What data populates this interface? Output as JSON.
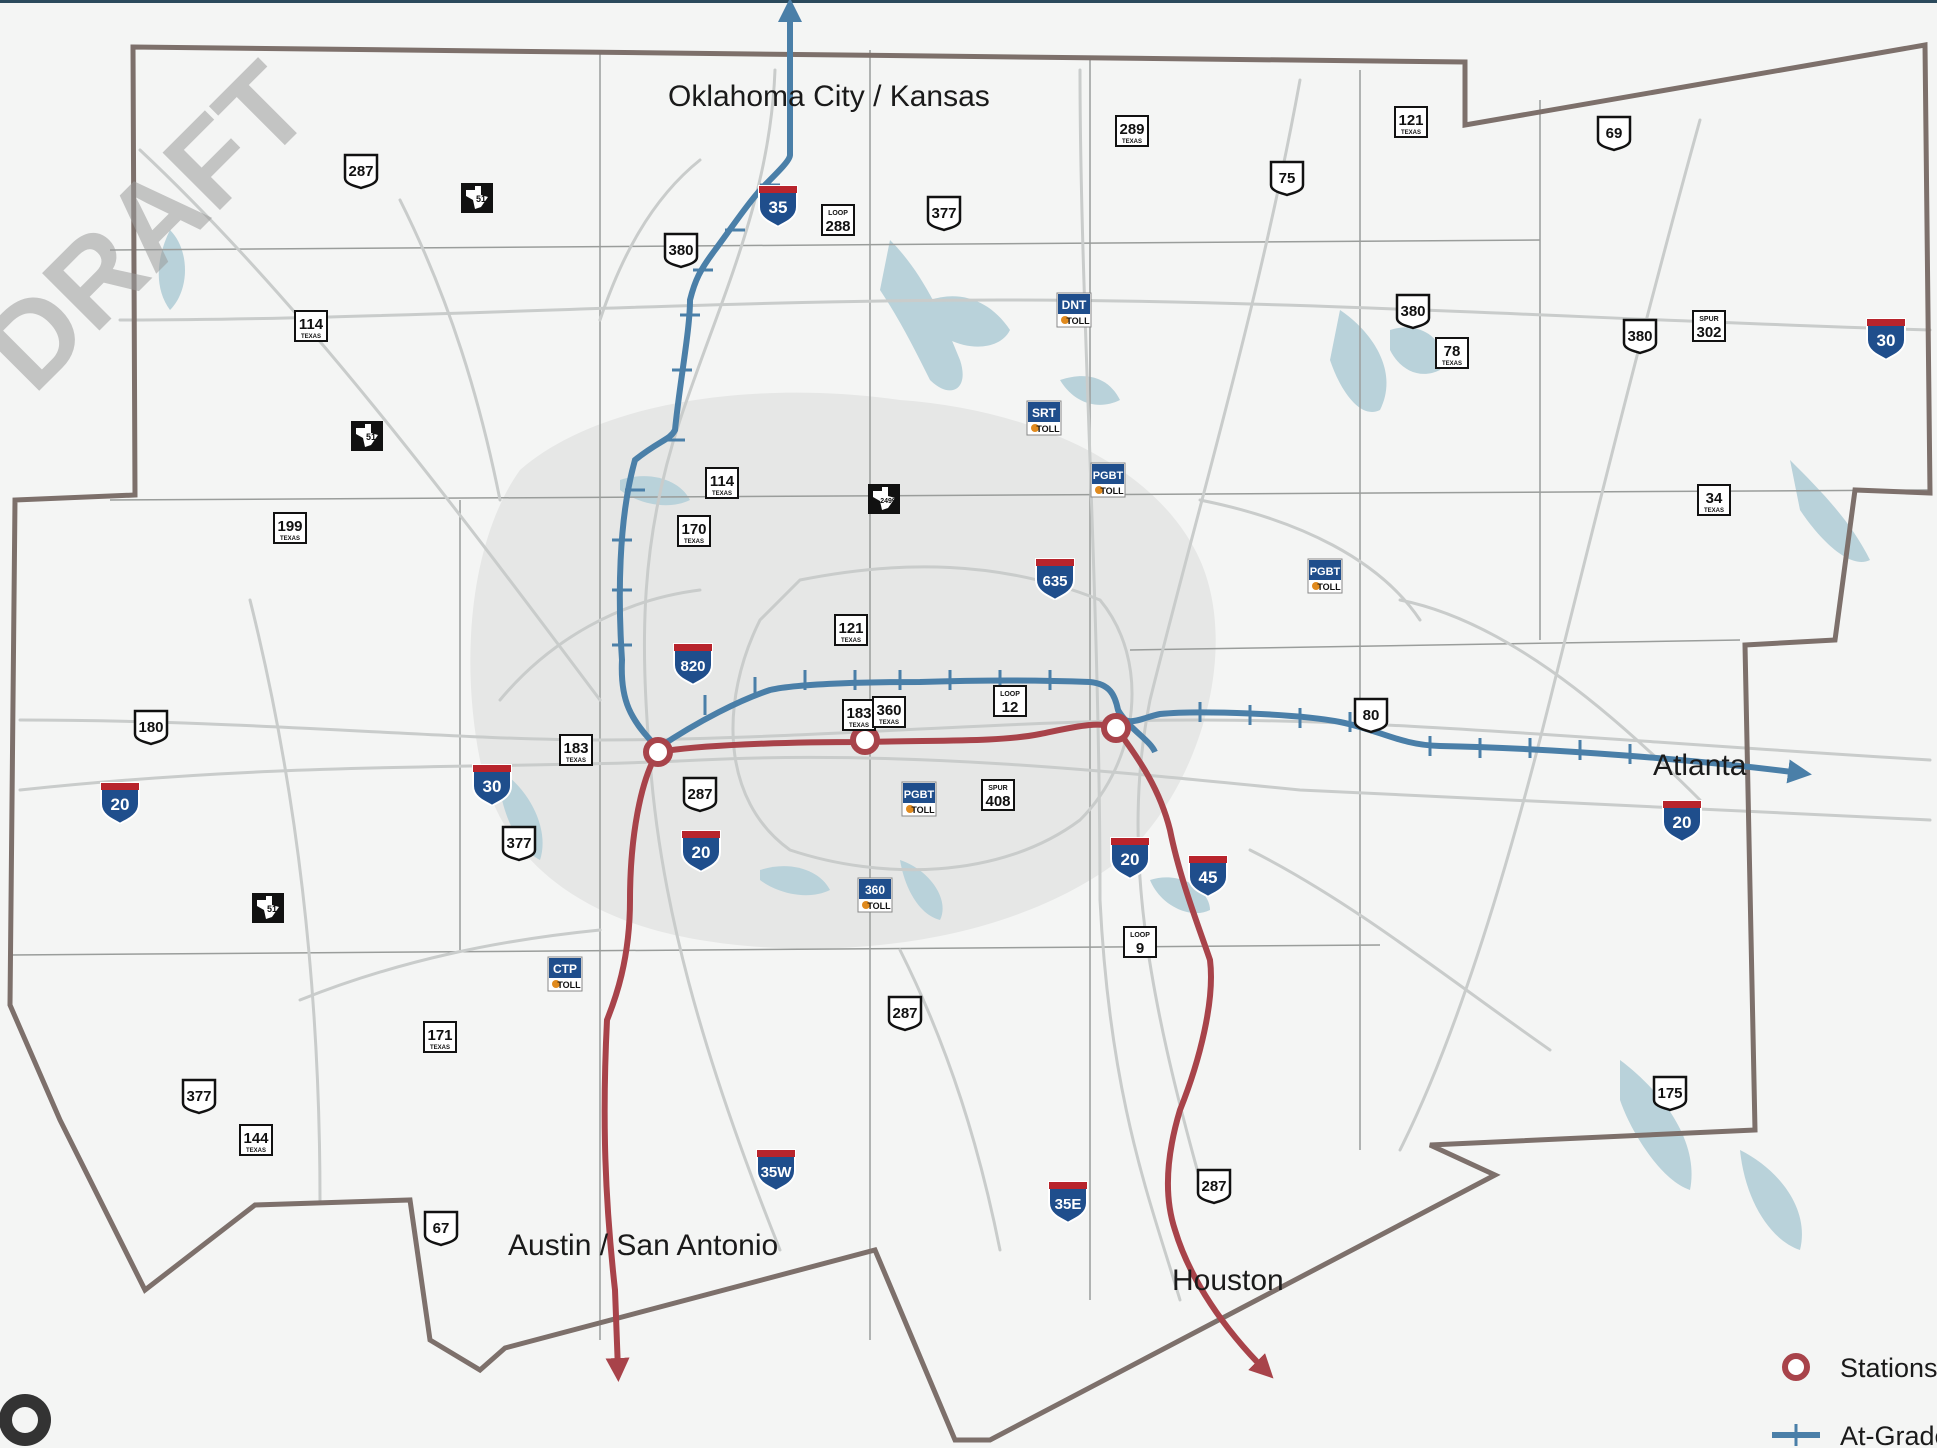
{
  "watermark": "DRAFT",
  "labels": {
    "north": "Oklahoma City / Kansas",
    "east": "Atlanta",
    "southwest": "Austin / San Antonio",
    "southeast": "Houston"
  },
  "legend": {
    "stations": "Stations",
    "at_grade": "At-Grade"
  },
  "colors": {
    "water": "#b9d2da",
    "roads": "#c9cccb",
    "county_border": "#7d706b",
    "blue_line": "#4a7fa8",
    "red_line": "#a8434a",
    "urban": "#e7e8e7",
    "background": "#f4f5f4"
  },
  "shields": {
    "interstate": [
      {
        "num": "35",
        "icon": "interstate-shield-icon"
      },
      {
        "num": "30",
        "icon": "interstate-shield-icon"
      },
      {
        "num": "635",
        "icon": "interstate-shield-icon"
      },
      {
        "num": "820",
        "icon": "interstate-shield-icon"
      },
      {
        "num": "30",
        "icon": "interstate-shield-icon"
      },
      {
        "num": "20",
        "icon": "interstate-shield-icon"
      },
      {
        "num": "20",
        "icon": "interstate-shield-icon"
      },
      {
        "num": "20",
        "icon": "interstate-shield-icon"
      },
      {
        "num": "45",
        "icon": "interstate-shield-icon"
      },
      {
        "num": "20",
        "icon": "interstate-shield-icon"
      },
      {
        "num": "35W",
        "icon": "interstate-shield-icon"
      },
      {
        "num": "35E",
        "icon": "interstate-shield-icon"
      }
    ],
    "us": [
      {
        "num": "287"
      },
      {
        "num": "380"
      },
      {
        "num": "377"
      },
      {
        "num": "75"
      },
      {
        "num": "69"
      },
      {
        "num": "380"
      },
      {
        "num": "380"
      },
      {
        "num": "80"
      },
      {
        "num": "287"
      },
      {
        "num": "377"
      },
      {
        "num": "180"
      },
      {
        "num": "377"
      },
      {
        "num": "287"
      },
      {
        "num": "67"
      },
      {
        "num": "287"
      },
      {
        "num": "175"
      }
    ],
    "texas": [
      {
        "num": "289",
        "sub": "TEXAS"
      },
      {
        "num": "121",
        "sub": "TEXAS"
      },
      {
        "num": "114",
        "sub": "TEXAS"
      },
      {
        "num": "78",
        "sub": "TEXAS"
      },
      {
        "num": "114",
        "sub": "TEXAS"
      },
      {
        "num": "199",
        "sub": "TEXAS"
      },
      {
        "num": "170",
        "sub": "TEXAS"
      },
      {
        "num": "34",
        "sub": "TEXAS"
      },
      {
        "num": "121",
        "sub": "TEXAS"
      },
      {
        "num": "183",
        "sub": "TEXAS"
      },
      {
        "num": "360",
        "sub": "TEXAS"
      },
      {
        "num": "183",
        "sub": "TEXAS"
      },
      {
        "num": "171",
        "sub": "TEXAS"
      },
      {
        "num": "144",
        "sub": "TEXAS"
      }
    ],
    "loop": [
      {
        "num": "288",
        "top": "LOOP"
      },
      {
        "num": "12",
        "top": "LOOP"
      },
      {
        "num": "9",
        "top": "LOOP"
      },
      {
        "num": "302",
        "top": "SPUR"
      },
      {
        "num": "408",
        "top": "SPUR"
      }
    ],
    "toll": [
      {
        "name": "DNT",
        "toll": "TOLL"
      },
      {
        "name": "SRT",
        "toll": "TOLL"
      },
      {
        "name": "PGBT",
        "toll": "TOLL"
      },
      {
        "name": "PGBT",
        "toll": "TOLL"
      },
      {
        "name": "PGBT",
        "toll": "TOLL"
      },
      {
        "name": "360",
        "toll": "TOLL"
      },
      {
        "name": "CTP",
        "toll": "TOLL"
      }
    ],
    "farm": [
      {
        "num": "51"
      },
      {
        "num": "51"
      },
      {
        "num": "2499"
      },
      {
        "num": "51"
      }
    ]
  }
}
